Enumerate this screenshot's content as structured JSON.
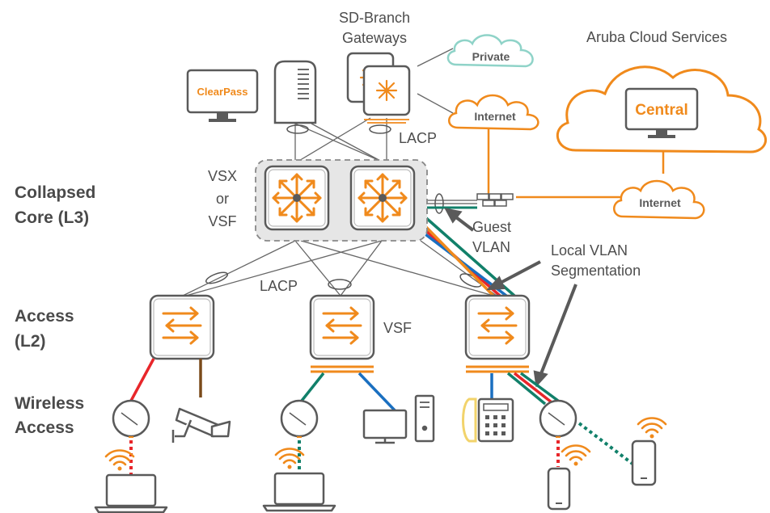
{
  "tiers": {
    "core_line1": "Collapsed",
    "core_line2": "Core (L3)",
    "access_line1": "Access",
    "access_line2": "(L2)",
    "wireless_line1": "Wireless",
    "wireless_line2": "Access"
  },
  "labels": {
    "sdbranch_line1": "SD-Branch",
    "sdbranch_line2": "Gateways",
    "aruba_cloud": "Aruba Cloud Services",
    "clearpass": "ClearPass",
    "central": "Central",
    "private": "Private",
    "internet_top": "Internet",
    "internet_right": "Internet",
    "lacp_top": "LACP",
    "lacp_mid": "LACP",
    "vsx": "VSX",
    "or": "or",
    "vsf_core": "VSF",
    "vsf_access": "VSF",
    "guest_line1": "Guest",
    "guest_line2": "VLAN",
    "localvlan_line1": "Local VLAN",
    "localvlan_line2": "Segmentation"
  },
  "colors": {
    "orange": "#f08a1c",
    "gray_line": "#5a5a5a",
    "teal_cloud": "#8fd3c8",
    "red": "#e8262a",
    "blue": "#1a6fc0",
    "green": "#11806a",
    "brown": "#7a4a1a"
  }
}
